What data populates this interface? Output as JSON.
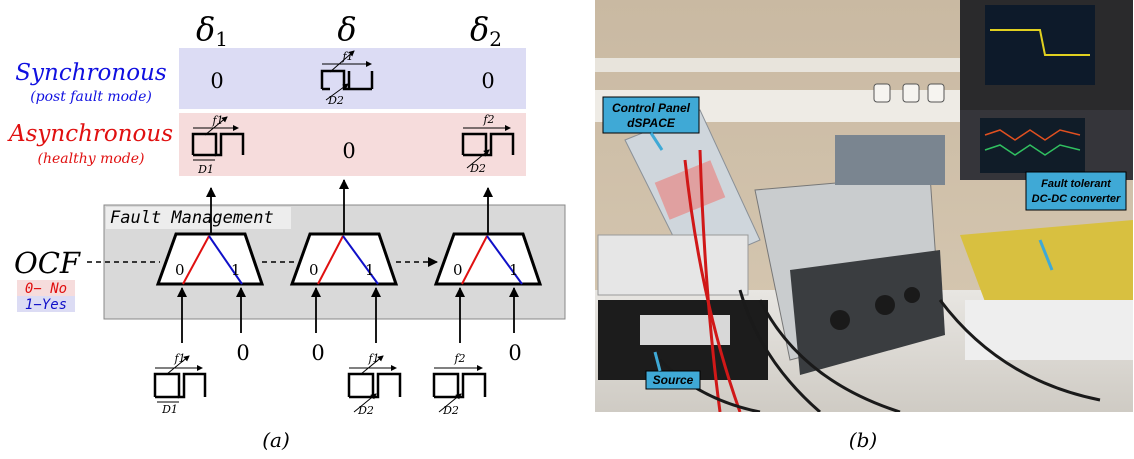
{
  "panel_a": {
    "caption": "(a)",
    "col_headers": [
      "δ1",
      "δ",
      "δ2"
    ],
    "sync_label": "Synchronous",
    "sync_sub": "(post fault mode)",
    "async_label": "Asynchronous",
    "async_sub": "(healthy mode)",
    "zero": "0",
    "fault_mgmt": "Fault Management",
    "ocf": "OCF",
    "ocf_no": "0− No",
    "ocf_yes": "1−Yes",
    "mux_in0": "0",
    "mux_in1": "1",
    "f1": "f1",
    "f2": "f2",
    "D1": "D1",
    "D2": "D2",
    "colors": {
      "sync_bg": "#dcdcf4",
      "async_bg": "#f6dcdc",
      "fm_bg": "#d9d9d9",
      "sync_text": "#1010e0",
      "async_text": "#e01010",
      "mux_red": "#e01010",
      "mux_blue": "#1010c8"
    }
  },
  "panel_b": {
    "caption": "(b)",
    "label_control": "Control Panel dSPACE",
    "label_control_l1": "Control Panel",
    "label_control_l2": "dSPACE",
    "label_converter_l1": "Fault tolerant",
    "label_converter_l2": "DC-DC converter",
    "label_source": "Source",
    "label_color": "#3fa9d6"
  }
}
